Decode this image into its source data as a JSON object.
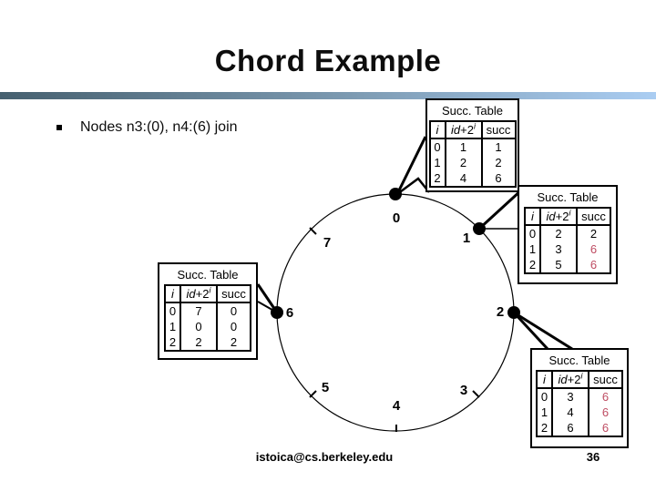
{
  "slide": {
    "title": "Chord Example",
    "bullet": "Nodes n3:(0), n4:(6) join",
    "footer_email": "istoica@cs.berkeley.edu",
    "page_number": "36"
  },
  "colors": {
    "accent_red": "#bf4d63",
    "bar_left": "#46606f",
    "bar_mid": "#7e9cb4",
    "bar_right": "#aacdf2"
  },
  "ring": {
    "labels": [
      "0",
      "1",
      "2",
      "3",
      "4",
      "5",
      "6",
      "7"
    ]
  },
  "table_title": "Succ. Table",
  "table_header": {
    "i": "i",
    "id": "id",
    "plus": "+2",
    "exp": "i",
    "succ": "succ"
  },
  "tables": [
    {
      "node": "0",
      "rows": [
        {
          "i": "0",
          "id": "1",
          "succ": "1",
          "red": false
        },
        {
          "i": "1",
          "id": "2",
          "succ": "2",
          "red": false
        },
        {
          "i": "2",
          "id": "4",
          "succ": "6",
          "red": false
        }
      ]
    },
    {
      "node": "1",
      "rows": [
        {
          "i": "0",
          "id": "2",
          "succ": "2",
          "red": false
        },
        {
          "i": "1",
          "id": "3",
          "succ": "6",
          "red": true
        },
        {
          "i": "2",
          "id": "5",
          "succ": "6",
          "red": true
        }
      ]
    },
    {
      "node": "6",
      "rows": [
        {
          "i": "0",
          "id": "7",
          "succ": "0",
          "red": false
        },
        {
          "i": "1",
          "id": "0",
          "succ": "0",
          "red": false
        },
        {
          "i": "2",
          "id": "2",
          "succ": "2",
          "red": false
        }
      ]
    },
    {
      "node": "2",
      "rows": [
        {
          "i": "0",
          "id": "3",
          "succ": "6",
          "red": true
        },
        {
          "i": "1",
          "id": "4",
          "succ": "6",
          "red": true
        },
        {
          "i": "2",
          "id": "6",
          "succ": "6",
          "red": true
        }
      ]
    }
  ]
}
